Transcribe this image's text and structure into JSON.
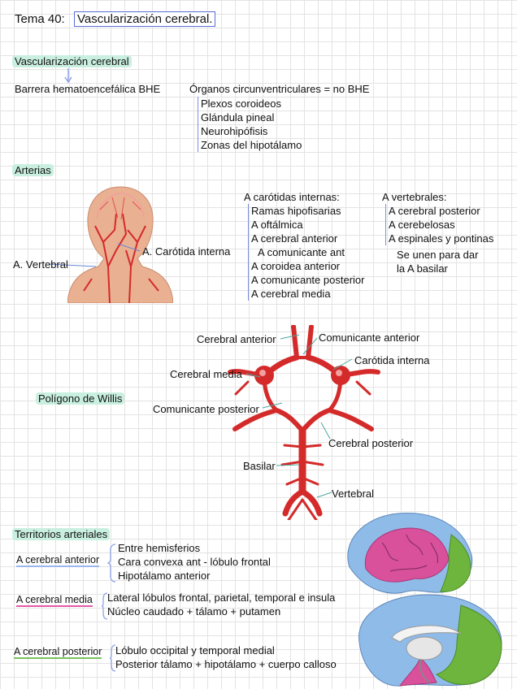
{
  "header": {
    "tema": "Tema 40:",
    "title": "Vascularización cerebral."
  },
  "s1": {
    "heading": "Vascularización cerebral",
    "bhe": "Barrera hematoencefálica BHE",
    "organos": "Órganos circunventriculares = no BHE",
    "organos_items": [
      "Plexos coroideos",
      "Glándula pineal",
      "Neurohipófisis",
      "Zonas del hipotálamo"
    ]
  },
  "s2": {
    "heading": "Arterias",
    "label_carotida": "A. Carótida interna",
    "label_vertebral": "A. Vertebral",
    "carotidas_title": "A carótidas internas:",
    "carotidas_items": [
      "Ramas hipofisarias",
      "A oftálmica",
      "A cerebral anterior",
      "A comunicante ant",
      "A coroidea anterior",
      "A comunicante posterior",
      "A cerebral media"
    ],
    "vertebrales_title": "A vertebrales:",
    "vertebrales_items": [
      "A cerebral posterior",
      "A cerebelosas",
      "A espinales y pontinas"
    ],
    "vertebrales_note1": "Se unen para dar",
    "vertebrales_note2": "la A basilar"
  },
  "s3": {
    "heading": "Polígono de Willis",
    "labels": {
      "cerebral_anterior": "Cerebral anterior",
      "comunicante_anterior": "Comunicante anterior",
      "carotida_interna": "Carótida interna",
      "cerebral_media": "Cerebral media",
      "comunicante_posterior": "Comunicante posterior",
      "cerebral_posterior": "Cerebral posterior",
      "basilar": "Basilar",
      "vertebral": "Vertebral"
    }
  },
  "s4": {
    "heading": "Territorios arteriales",
    "anterior": {
      "name": "A cerebral anterior",
      "items": [
        "Entre hemisferios",
        "Cara convexa ant - lóbulo frontal",
        "Hipotálamo anterior"
      ]
    },
    "media": {
      "name": "A cerebral media",
      "items": [
        "Lateral lóbulos frontal, parietal, temporal e insula",
        "Núcleo caudado + tálamo + putamen"
      ]
    },
    "posterior": {
      "name": "A cerebral posterior",
      "items": [
        "Lóbulo occipital y temporal medial",
        "Posterior tálamo + hipotálamo + cuerpo calloso"
      ]
    }
  },
  "colors": {
    "blue": "#8fb0ee",
    "pink": "#d9509b",
    "green": "#6db53c",
    "artery": "#d42a2a"
  }
}
